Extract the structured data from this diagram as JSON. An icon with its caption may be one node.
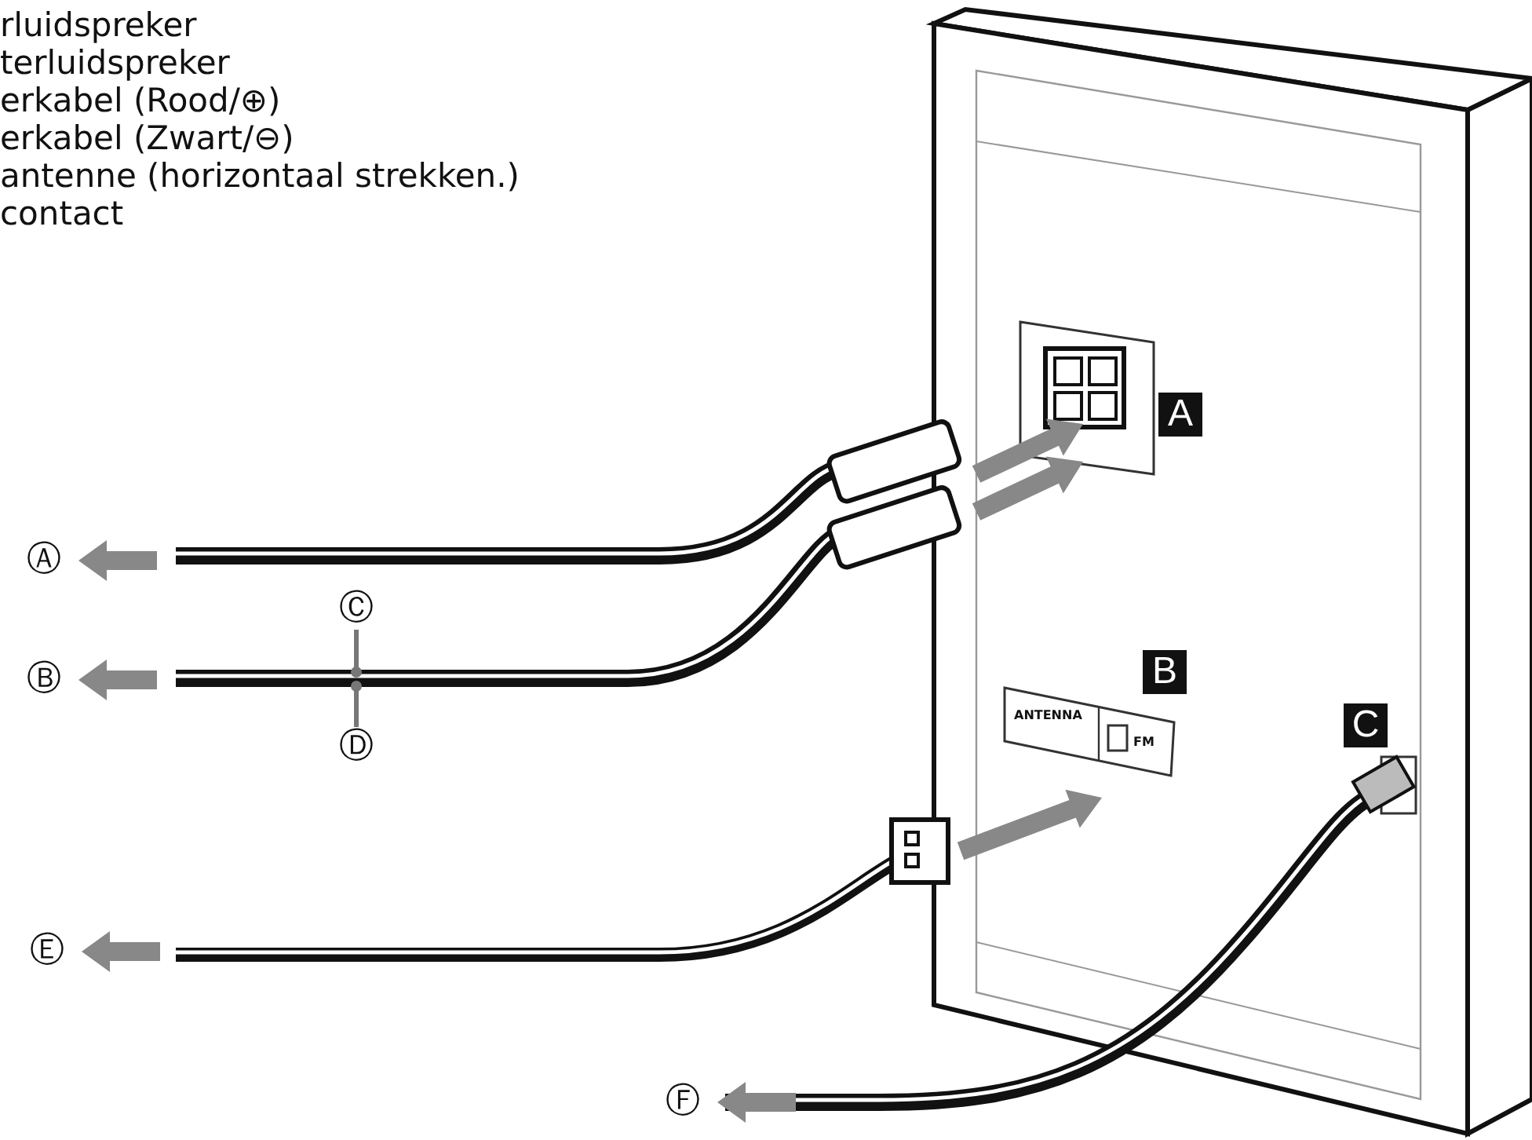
{
  "diagram": {
    "nodes": [
      {
        "text": [
          "Ⓐ"
        ]
      },
      {
        "text": [
          "Ⓑ"
        ]
      },
      {
        "text": [
          "Ⓒ"
        ]
      },
      {
        "text": [
          "Ⓓ"
        ]
      },
      {
        "text": [
          "Ⓔ"
        ]
      },
      {
        "text": [
          "Ⓕ"
        ]
      }
    ],
    "edges": [
      {
        "from": 2,
        "to": null,
        "arrow": "other"
      },
      {
        "from": 3,
        "to": null,
        "arrow": "other"
      }
    ],
    "labels": [
      "rluidspreker",
      "terluidspreker",
      "erkabel (Rood/⊕)",
      "erkabel (Zwart/⊖)",
      "antenne (horizontaal strekken.)",
      "contact",
      "A",
      "B",
      "C",
      "ANTENNA",
      "FM"
    ]
  }
}
